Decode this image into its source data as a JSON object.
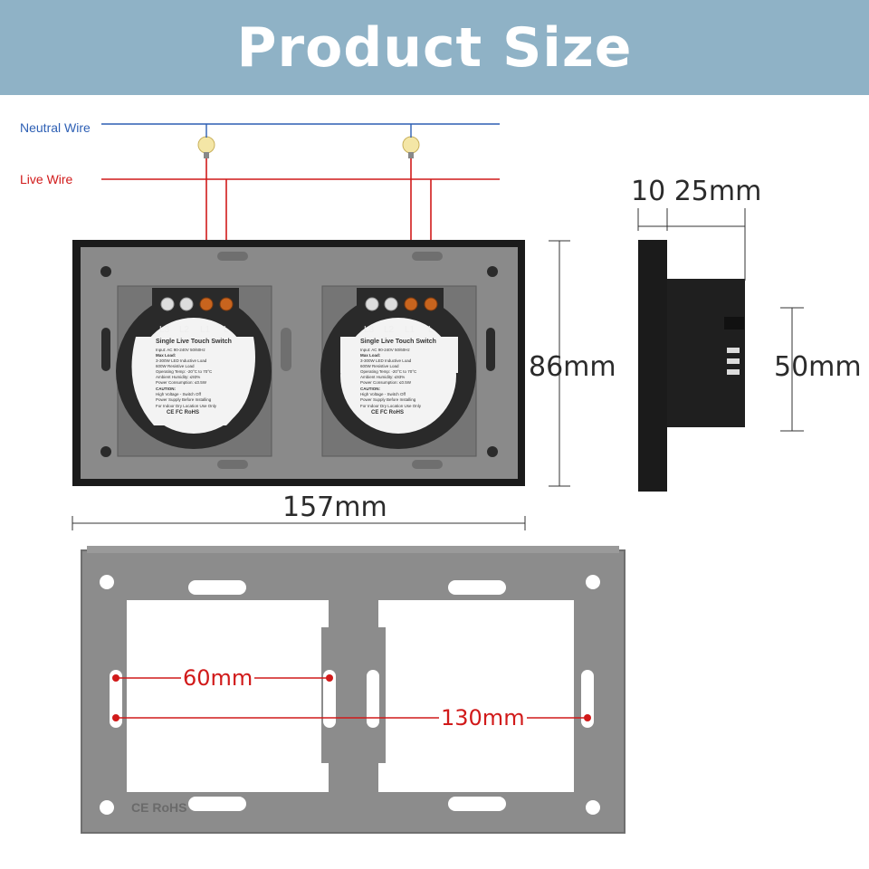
{
  "header": {
    "title": "Product Size"
  },
  "wiring": {
    "neutral_label": "Neutral Wire",
    "live_label": "Live Wire",
    "colors": {
      "neutral": "#2d5fb4",
      "live": "#d11a1a"
    }
  },
  "dimensions": {
    "width": "157mm",
    "height": "86mm",
    "depth_top": "10 25mm",
    "depth_body": "50mm",
    "inner_hole": "60mm",
    "outer_hole": "130mm"
  },
  "modules": [
    {
      "terminals": [
        "L3",
        "L2",
        "L1",
        "L"
      ],
      "title": "Single Live Touch Switch",
      "lines": [
        "Input: AC 90-240V 50/60Hz",
        "Max Load:",
        "3-300W LED Inductive Load",
        "600W Resistive Load",
        "Operating Temp: -20°C to 70°C",
        "Ambient Humidity: ≤93%",
        "Power Consumption: ≤0.5W",
        "CAUTION:",
        "High Voltage - Switch Off",
        "Power Supply Before Installing",
        "For Indoor Dry Location Use Only",
        "CE FC RoHS"
      ]
    },
    {
      "terminals": [
        "L3",
        "L2",
        "L1",
        "L"
      ],
      "title": "Single Live Touch Switch",
      "lines": [
        "Input: AC 90-240V 50/60Hz",
        "Max Load:",
        "3-300W LED Inductive Load",
        "600W Resistive Load",
        "Operating Temp: -20°C to 70°C",
        "Ambient Humidity: ≤93%",
        "Power Consumption: ≤0.5W",
        "CAUTION:",
        "High Voltage - Switch Off",
        "Power Supply Before Installing",
        "For Indoor Dry Location Use Only",
        "CE FC RoHS"
      ]
    }
  ],
  "frame": {
    "marking": "CE RoHS"
  }
}
